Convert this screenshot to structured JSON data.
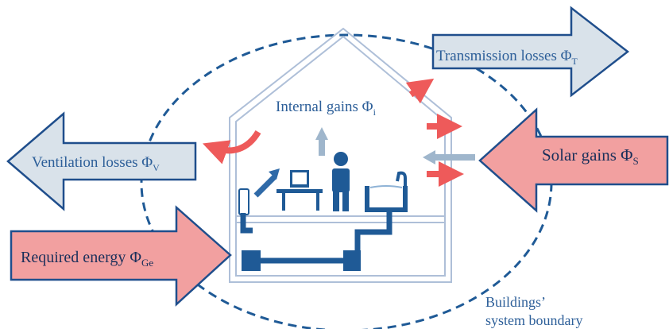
{
  "labels": {
    "transmission": {
      "text": "Transmission losses Φ",
      "sub": "T"
    },
    "internal": {
      "text": "Internal gains Φ",
      "sub": "i"
    },
    "ventilation": {
      "text": "Ventilation losses Φ",
      "sub": "V"
    },
    "solar": {
      "text": "Solar gains Φ",
      "sub": "S"
    },
    "required": {
      "text": "Required energy Φ",
      "sub": "Ge"
    },
    "boundary": {
      "line1": "Buildings’",
      "line2": "system boundary"
    }
  },
  "colors": {
    "loss_fill": "#d9e2ea",
    "gain_fill": "#f2a0a0",
    "arrow_stroke": "#1f4e8c",
    "text_blue": "#2d5f99",
    "house_line": "#aebfd8",
    "dark_blue": "#1f5a96",
    "red_arrow": "#ee5a5a",
    "grey_blue_arrow": "#9fb6cc"
  }
}
